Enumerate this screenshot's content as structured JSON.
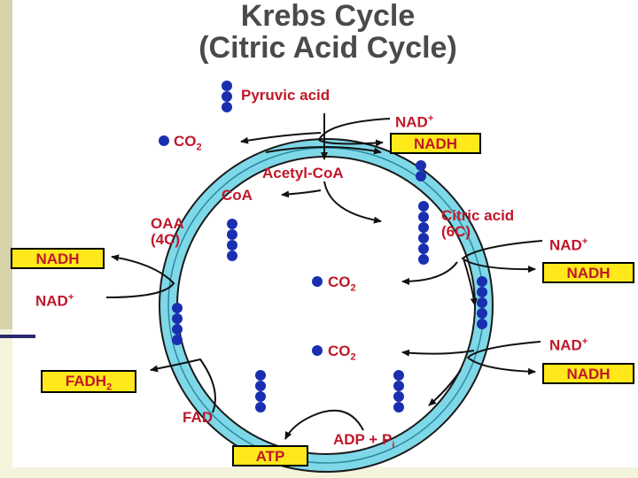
{
  "title": {
    "line1": "Krebs Cycle",
    "line2": "(Citric Acid Cycle)"
  },
  "labels": {
    "pyruvic_acid": "Pyruvic acid",
    "nad_top": "NAD",
    "nad_sup": "+",
    "co2_top": "CO",
    "co2_sub": "2",
    "acetyl_coa": "Acetyl-CoA",
    "coa": "CoA",
    "oaa_name": "OAA",
    "oaa_carbons": "(4C)",
    "citric_name": "Citric acid",
    "citric_carbons": "(6C)",
    "nad_left": "NAD",
    "nad_right1": "NAD",
    "nad_right2": "NAD",
    "co2_mid1": "CO",
    "co2_mid2": "CO",
    "fad": "FAD",
    "adp": "ADP + P",
    "adp_sub": "i"
  },
  "boxes": {
    "nadh_top": "NADH",
    "nadh_left": "NADH",
    "nadh_right1": "NADH",
    "nadh_right2": "NADH",
    "fadh": "FADH",
    "fadh_sub": "2",
    "atp": "ATP"
  },
  "colors": {
    "label_red": "#c0182a",
    "box_yellow": "#ffe91a",
    "ring_cyan": "#7fd8e8",
    "molecule_blue": "#1a2fb0",
    "title_gray": "#4a4a4a"
  }
}
